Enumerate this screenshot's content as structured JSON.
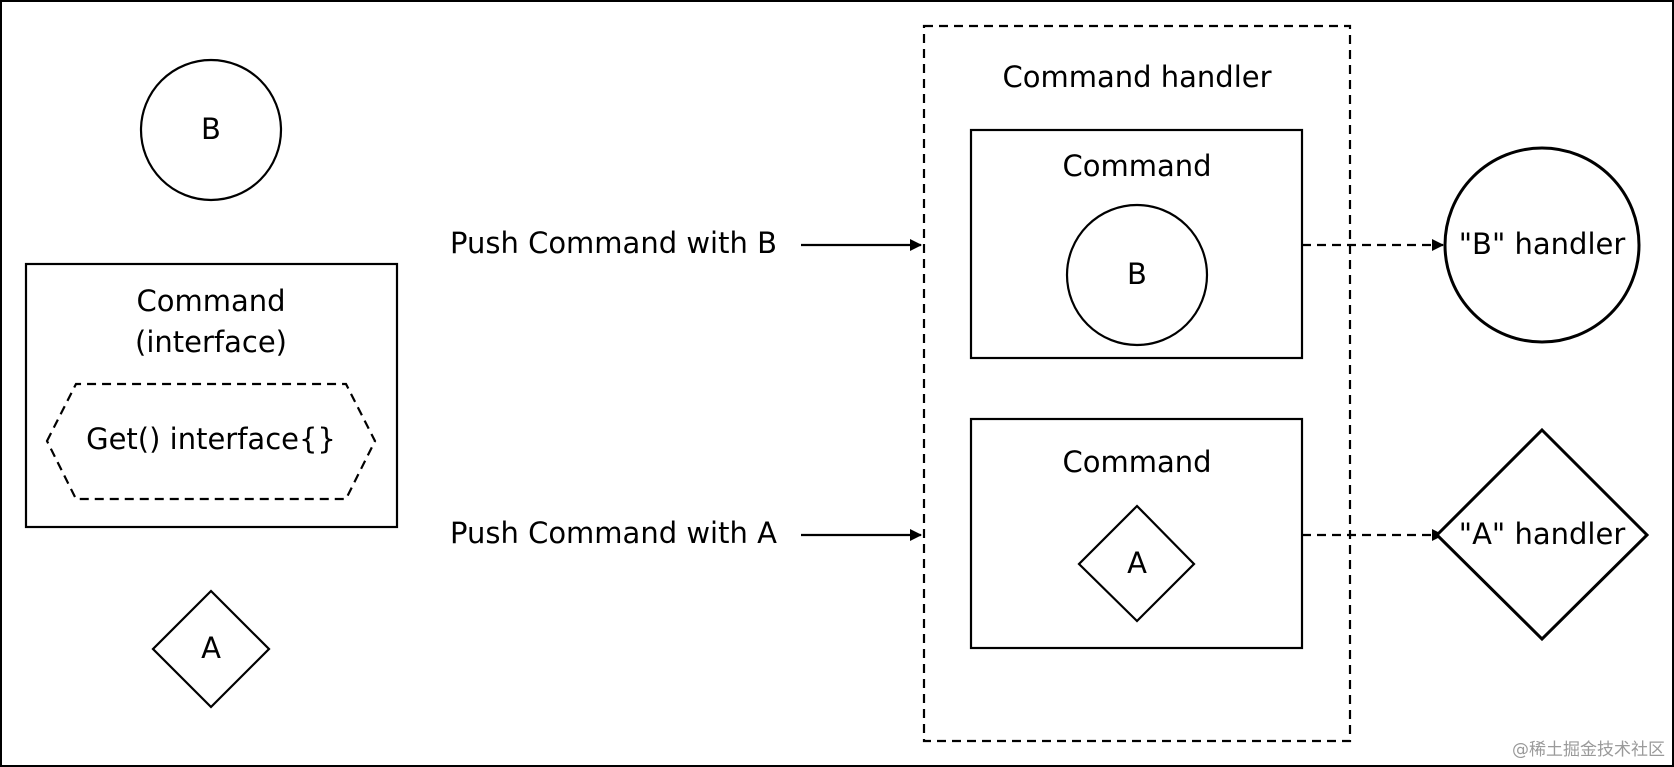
{
  "left": {
    "circle_label": "B",
    "command_box": {
      "title": "Command",
      "subtitle": "(interface)",
      "method": "Get() interface{}"
    },
    "diamond_label": "A"
  },
  "arrows": {
    "push_b": "Push Command with B",
    "push_a": "Push Command with A"
  },
  "handler_panel": {
    "title": "Command handler",
    "command_b": {
      "title": "Command",
      "label": "B"
    },
    "command_a": {
      "title": "Command",
      "label": "A"
    }
  },
  "right": {
    "b_handler": "\"B\" handler",
    "a_handler": "\"A\" handler"
  },
  "watermark": "@稀土掘金技术社区"
}
